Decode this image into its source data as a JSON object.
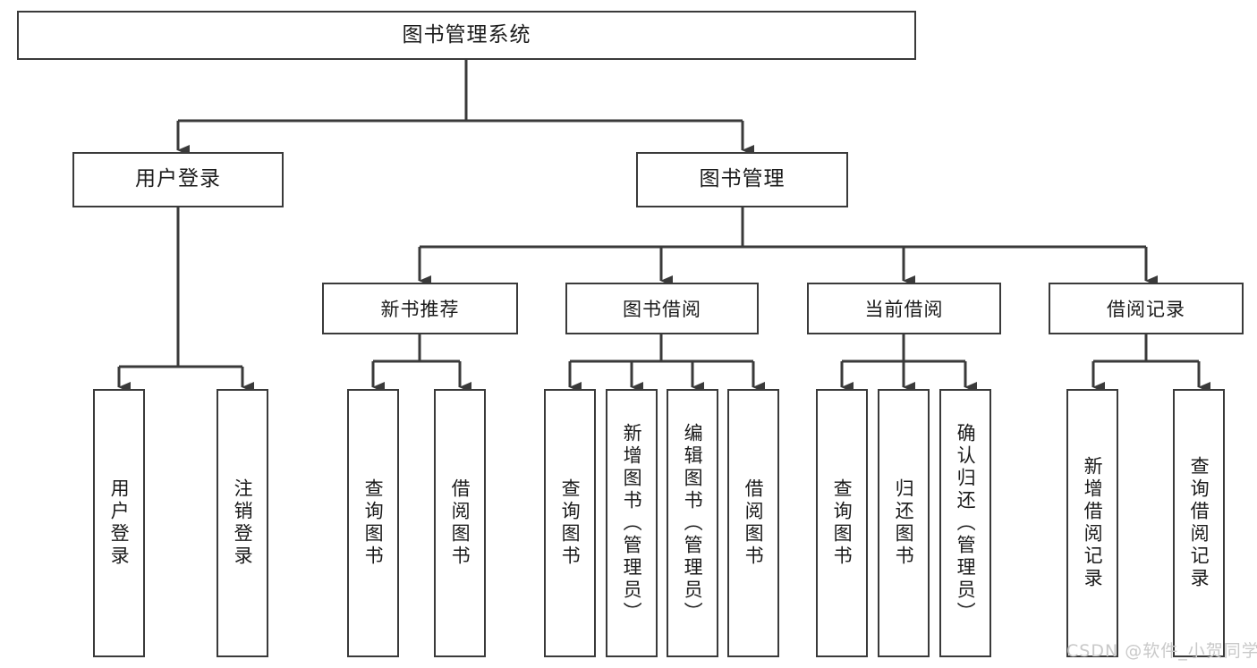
{
  "diagram": {
    "title": "图书管理系统",
    "type": "hierarchy-tree",
    "watermark": "CSDN @软件_小贺同学",
    "colors": {
      "border": "#3a3a3a",
      "text": "#1b1b1b",
      "background": "#ffffff",
      "connector": "#3a3a3a",
      "watermark": "#c9c9c9"
    },
    "root": {
      "label": "图书管理系统"
    },
    "level2": [
      {
        "label": "用户登录"
      },
      {
        "label": "图书管理"
      }
    ],
    "level3": [
      {
        "label": "新书推荐"
      },
      {
        "label": "图书借阅"
      },
      {
        "label": "当前借阅"
      },
      {
        "label": "借阅记录"
      }
    ],
    "leaves": {
      "user_login": [
        {
          "label": "用户登录"
        },
        {
          "label": "注销登录"
        }
      ],
      "new_book_recommend": [
        {
          "label": "查询图书"
        },
        {
          "label": "借阅图书"
        }
      ],
      "book_borrow": [
        {
          "label": "查询图书"
        },
        {
          "label": "新增图书（管理员）"
        },
        {
          "label": "编辑图书（管理员）"
        },
        {
          "label": "借阅图书"
        }
      ],
      "current_borrow": [
        {
          "label": "查询图书"
        },
        {
          "label": "归还图书"
        },
        {
          "label": "确认归还（管理员）"
        }
      ],
      "borrow_record": [
        {
          "label": "新增借阅记录"
        },
        {
          "label": "查询借阅记录"
        }
      ]
    }
  }
}
